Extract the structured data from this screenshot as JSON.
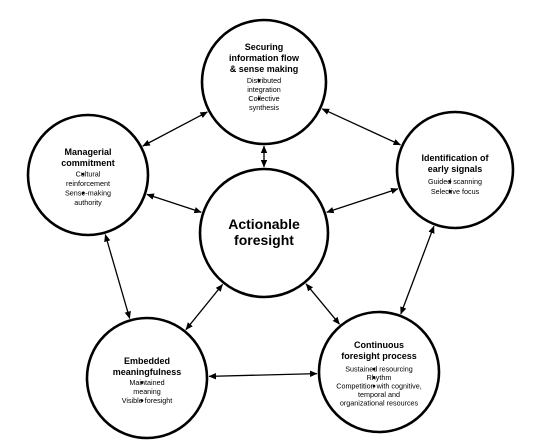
{
  "diagram": {
    "center": {
      "title_lines": [
        "Actionable",
        "foresight"
      ]
    },
    "nodes": [
      {
        "id": "securing",
        "title_lines": [
          "Securing",
          "information flow",
          "& sense making"
        ],
        "bullets": [
          {
            "lines": [
              "Distributed",
              "integration"
            ]
          },
          {
            "lines": [
              "Collective",
              "synthesis"
            ]
          }
        ]
      },
      {
        "id": "identification",
        "title_lines": [
          "Identification of",
          "early signals"
        ],
        "bullets": [
          {
            "lines": [
              "Guided scanning"
            ]
          },
          {
            "lines": [
              "Selective focus"
            ]
          }
        ]
      },
      {
        "id": "continuous",
        "title_lines": [
          "Continuous",
          "foresight process"
        ],
        "bullets": [
          {
            "lines": [
              "Sustained resourcing"
            ]
          },
          {
            "lines": [
              "Rhythm"
            ]
          },
          {
            "lines": [
              "Competition with cognitive,",
              "temporal and",
              "organizational resources"
            ]
          }
        ]
      },
      {
        "id": "embedded",
        "title_lines": [
          "Embedded",
          "meaningfulness"
        ],
        "bullets": [
          {
            "lines": [
              "Maintained",
              "meaning"
            ]
          },
          {
            "lines": [
              "Visible foresight"
            ]
          }
        ]
      },
      {
        "id": "managerial",
        "title_lines": [
          "Managerial",
          "commitment"
        ],
        "bullets": [
          {
            "lines": [
              "Cultural",
              "reinforcement"
            ]
          },
          {
            "lines": [
              "Sense-making",
              "authority"
            ]
          }
        ]
      }
    ],
    "connections": [
      {
        "from": "center",
        "to": "securing"
      },
      {
        "from": "center",
        "to": "identification"
      },
      {
        "from": "center",
        "to": "continuous"
      },
      {
        "from": "center",
        "to": "embedded"
      },
      {
        "from": "center",
        "to": "managerial"
      },
      {
        "from": "securing",
        "to": "identification"
      },
      {
        "from": "identification",
        "to": "continuous"
      },
      {
        "from": "continuous",
        "to": "embedded"
      },
      {
        "from": "embedded",
        "to": "managerial"
      },
      {
        "from": "managerial",
        "to": "securing"
      }
    ]
  }
}
